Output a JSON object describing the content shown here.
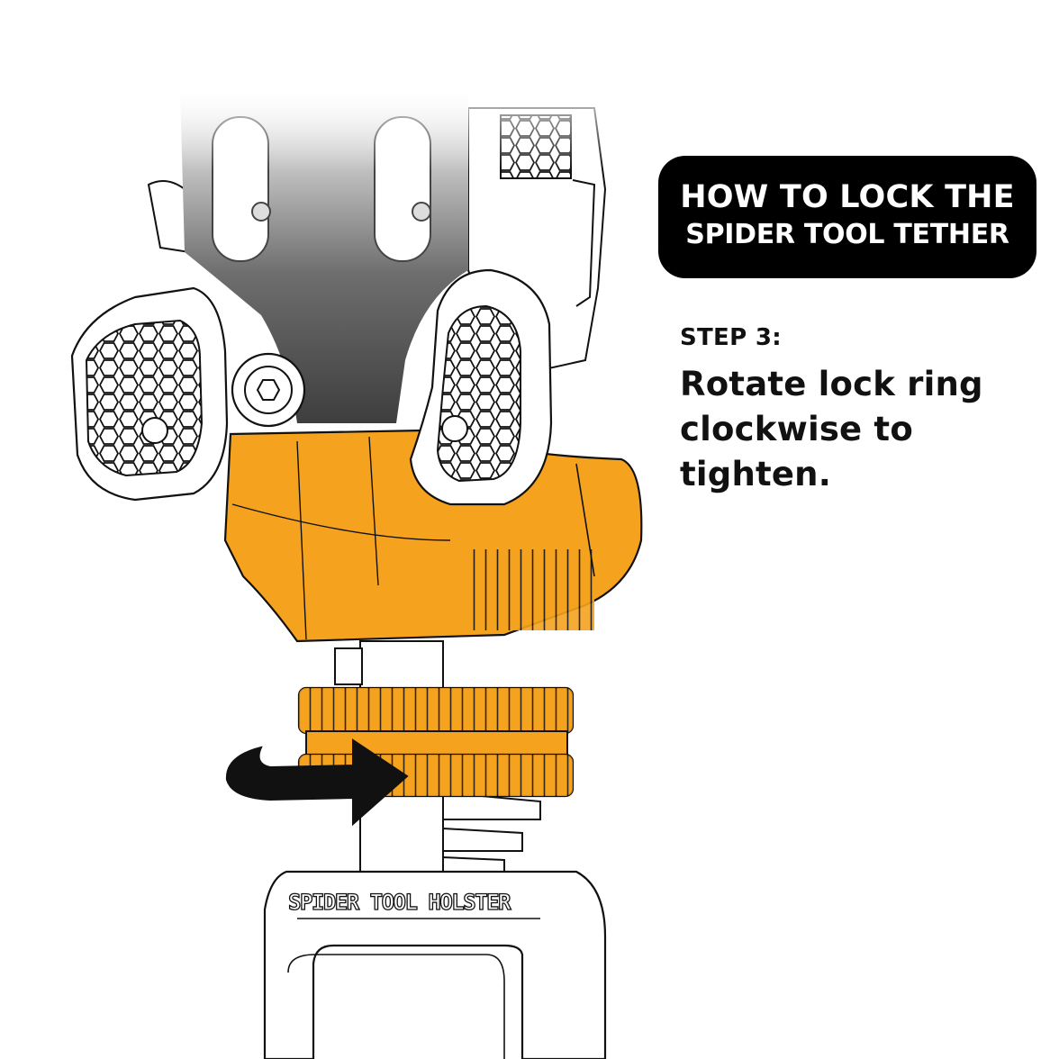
{
  "title": {
    "line1": "HOW TO LOCK THE",
    "line2": "SPIDER TOOL TETHER"
  },
  "step": {
    "label": "STEP 3:",
    "lines": [
      "Rotate lock ring",
      "clockwise to",
      "tighten."
    ]
  },
  "illustration": {
    "holster_engraving": "SPIDER TOOL HOLSTER",
    "arrow_direction": "clockwise"
  },
  "colors": {
    "accent_orange": "#F5A21E",
    "outline": "#111111",
    "title_background": "#000000",
    "title_text": "#ffffff",
    "body_text": "#111111"
  }
}
